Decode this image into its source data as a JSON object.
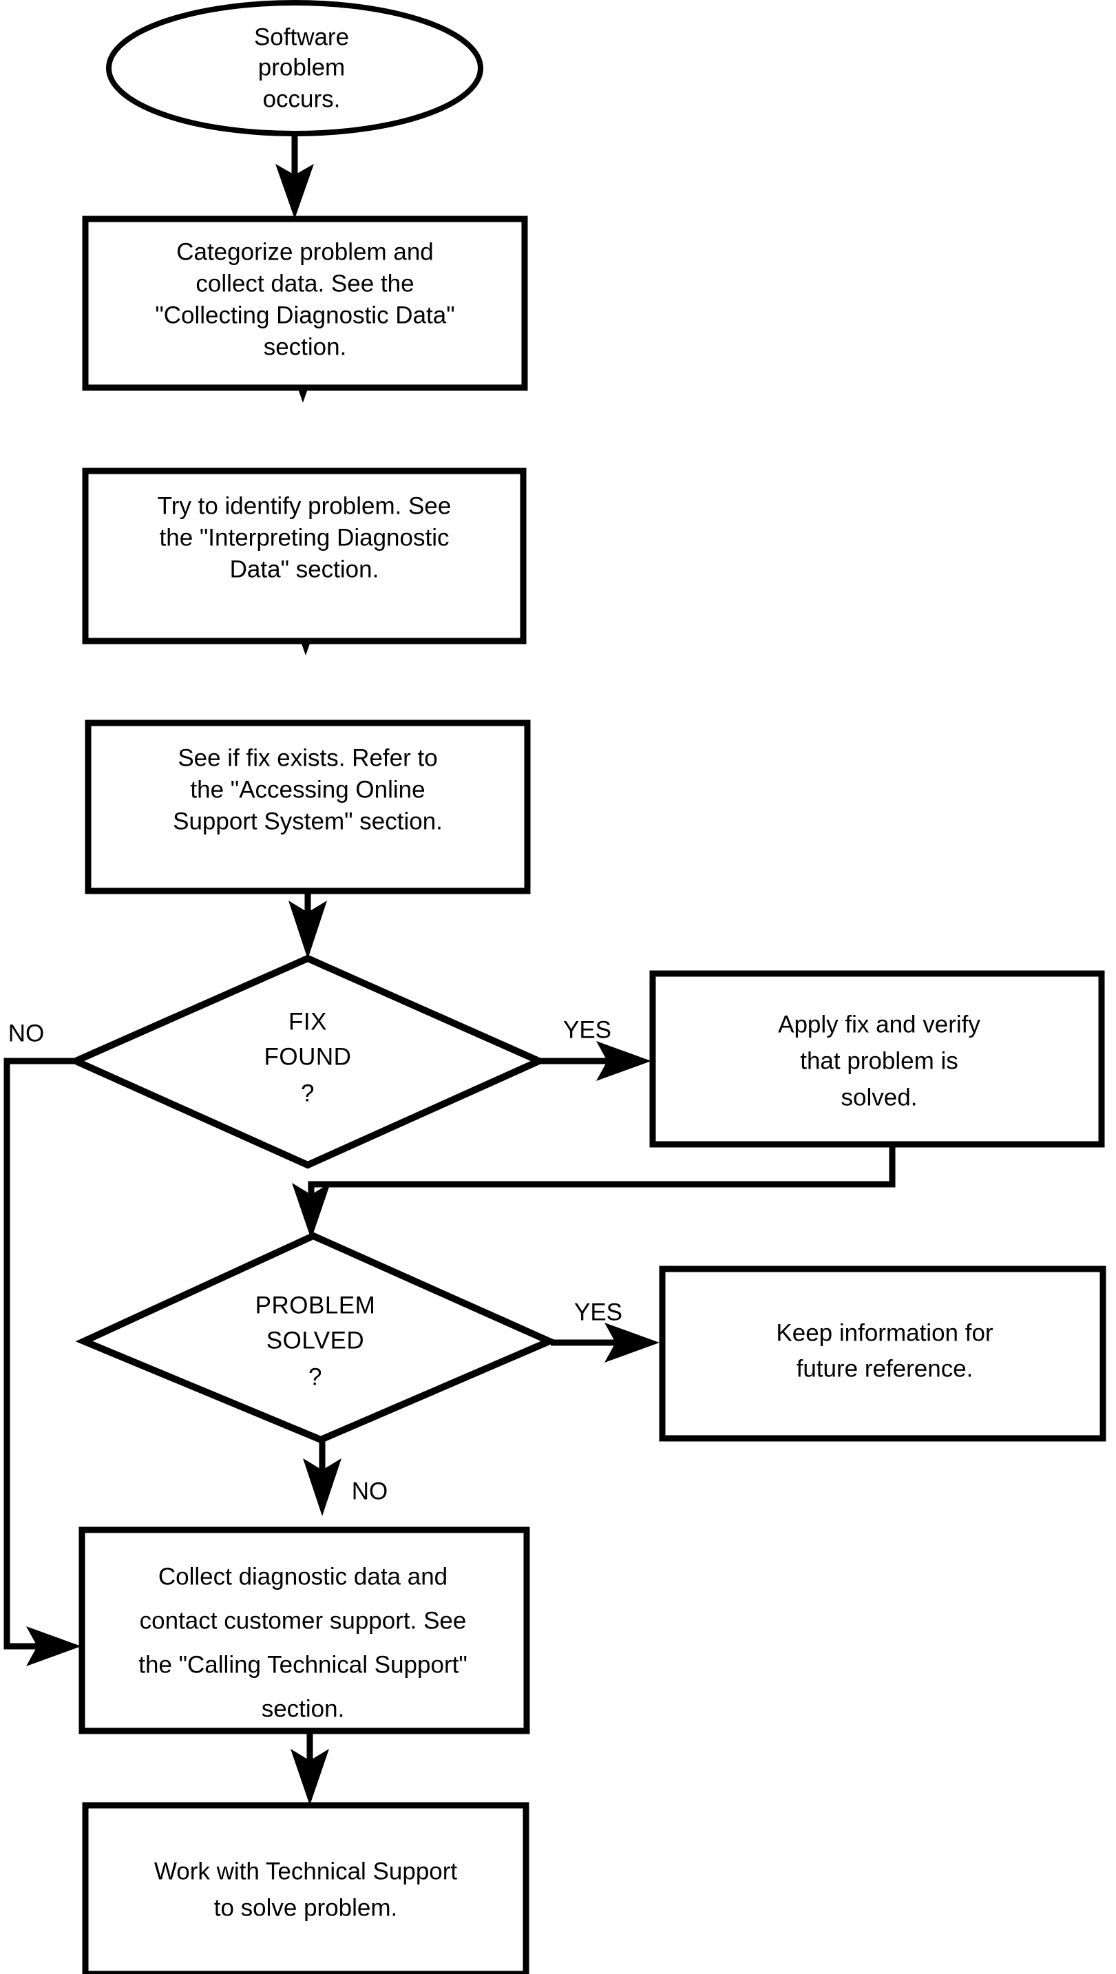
{
  "diagram": {
    "type": "flowchart",
    "title": "Software problem troubleshooting flowchart",
    "background_color": "#ffffff",
    "line_color": "#000000",
    "text_color": "#000000",
    "nodes": [
      {
        "id": "start",
        "shape": "ellipse",
        "lines": [
          "Software",
          "problem",
          "occurs."
        ]
      },
      {
        "id": "categorize",
        "shape": "rectangle",
        "lines": [
          "Categorize problem and",
          "collect data. See the",
          "\"Collecting Diagnostic Data\"",
          "section."
        ]
      },
      {
        "id": "identify",
        "shape": "rectangle",
        "lines": [
          "Try to identify problem. See",
          "the \"Interpreting Diagnostic",
          "Data\" section."
        ]
      },
      {
        "id": "see-if-fix-exists",
        "shape": "rectangle",
        "lines": [
          "See if fix exists. Refer to",
          "the \"Accessing Online",
          "Support System\" section."
        ]
      },
      {
        "id": "fix-found",
        "shape": "diamond",
        "lines": [
          "FIX",
          "FOUND",
          "?"
        ]
      },
      {
        "id": "apply-fix",
        "shape": "rectangle",
        "lines": [
          "Apply fix and verify",
          "that problem is",
          "solved."
        ]
      },
      {
        "id": "problem-solved",
        "shape": "diamond",
        "lines": [
          "PROBLEM",
          "SOLVED",
          "?"
        ]
      },
      {
        "id": "keep-information",
        "shape": "rectangle",
        "lines": [
          "Keep information for",
          "future reference."
        ]
      },
      {
        "id": "collect-contact",
        "shape": "rectangle",
        "lines": [
          "Collect diagnostic data and",
          "contact customer support.  See",
          "the \"Calling Technical  Support\"",
          "section."
        ]
      },
      {
        "id": "work-with-support",
        "shape": "rectangle",
        "lines": [
          "Work with Technical Support",
          "to solve problem."
        ]
      }
    ],
    "edges": [
      {
        "id": "e-start-categorize",
        "from": "start",
        "to": "categorize",
        "label": ""
      },
      {
        "id": "e-categorize-identify",
        "from": "categorize",
        "to": "identify",
        "label": ""
      },
      {
        "id": "e-identify-seefix",
        "from": "identify",
        "to": "see-if-fix-exists",
        "label": ""
      },
      {
        "id": "e-seefix-fixfound",
        "from": "see-if-fix-exists",
        "to": "fix-found",
        "label": ""
      },
      {
        "id": "e-fixfound-no",
        "from": "fix-found",
        "to": "collect-contact",
        "label": "NO"
      },
      {
        "id": "e-fixfound-yes",
        "from": "fix-found",
        "to": "apply-fix",
        "label": "YES"
      },
      {
        "id": "e-applyfix-problemsolved",
        "from": "apply-fix",
        "to": "problem-solved",
        "label": ""
      },
      {
        "id": "e-problemsolved-yes",
        "from": "problem-solved",
        "to": "keep-information",
        "label": "YES"
      },
      {
        "id": "e-problemsolved-no",
        "from": "problem-solved",
        "to": "collect-contact",
        "label": "NO"
      },
      {
        "id": "e-collect-work",
        "from": "collect-contact",
        "to": "work-with-support",
        "label": ""
      }
    ],
    "edge_labels": {
      "fix_found_no": "NO",
      "fix_found_yes": "YES",
      "problem_solved_yes": "YES",
      "problem_solved_no": "NO"
    }
  }
}
